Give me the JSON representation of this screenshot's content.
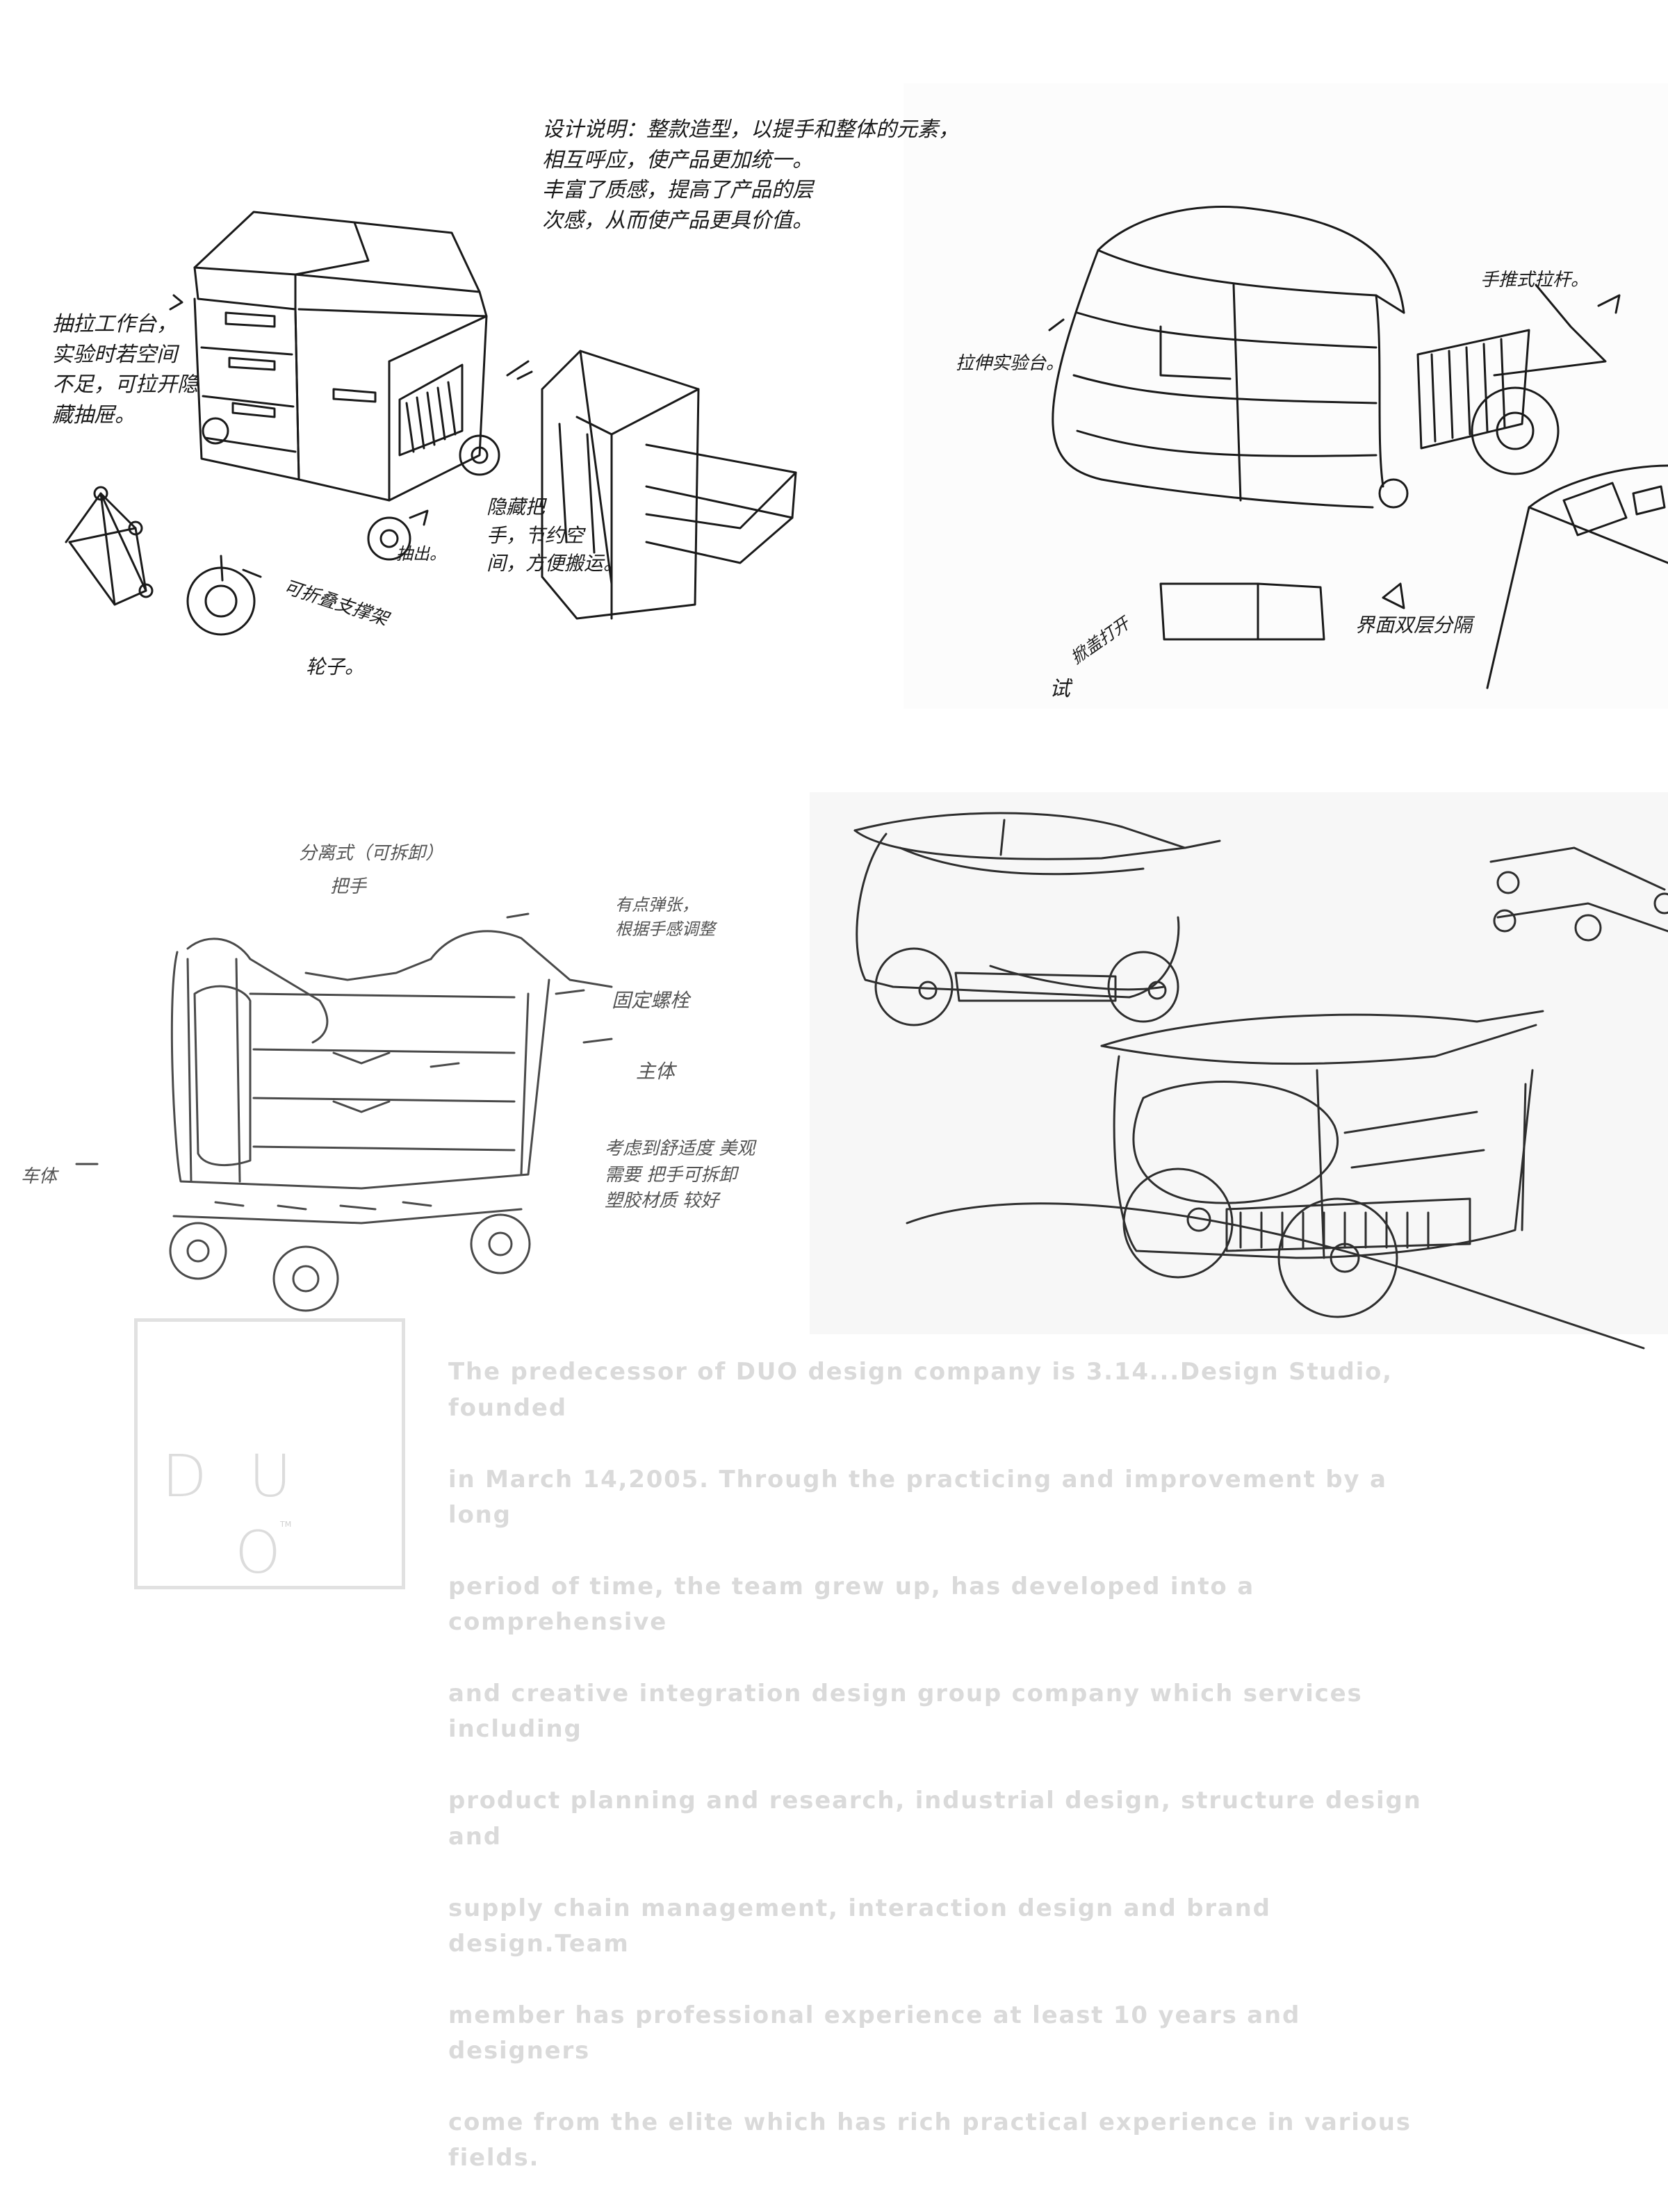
{
  "brand": {
    "logo_letters": [
      "D",
      "U",
      "O"
    ],
    "trademark": "TM"
  },
  "company_description": {
    "lines": [
      "The predecessor of DUO design company is 3.14...Design Studio, founded",
      "in March 14,2005. Through  the practicing and improvement by a long",
      "period of time, the team grew up, has developed into a comprehensive",
      "and creative integration design group  company which services including",
      "product planning and research,  industrial design,   structure design and",
      "supply chain management,  interaction design and brand design.Team",
      "member has  professional experience at least 10 years and designers",
      "come from the elite which has rich practical experience in various fields."
    ]
  },
  "sketch_notes": {
    "design_statement": "设计说明：整款造型，以提手和整体的元素，\n相互呼应，使产品更加统一。\n丰富了质感，提高了产品的层\n次感，从而使产品更具价值。",
    "drawer_platform": "抽拉工作台，\n实验时若空间\n不足，可拉开隐\n藏抽屉。",
    "folding_bracket": "可折叠支撑架",
    "wheel": "轮子。",
    "hidden_handle": "隐藏把\n手，节约空\n间，方便搬运。",
    "pull_up": "抽出。",
    "stretch_platform": "拉伸实验台。",
    "hand_pull": "手推式拉杆。",
    "flip_open": "掀盖打开",
    "test": "试",
    "dual_partition": "界面双层分隔",
    "split_detachable": "分离式（可拆卸）",
    "handle": "把手",
    "has_spring": "有点弹张，\n根据手感调整",
    "fixing_bolt": "固定螺栓",
    "main_body": "主体",
    "chassis": "车体",
    "considerations": "考虑到舒适度 美观\n需要 把手可拆卸\n塑胶材质 较好"
  }
}
